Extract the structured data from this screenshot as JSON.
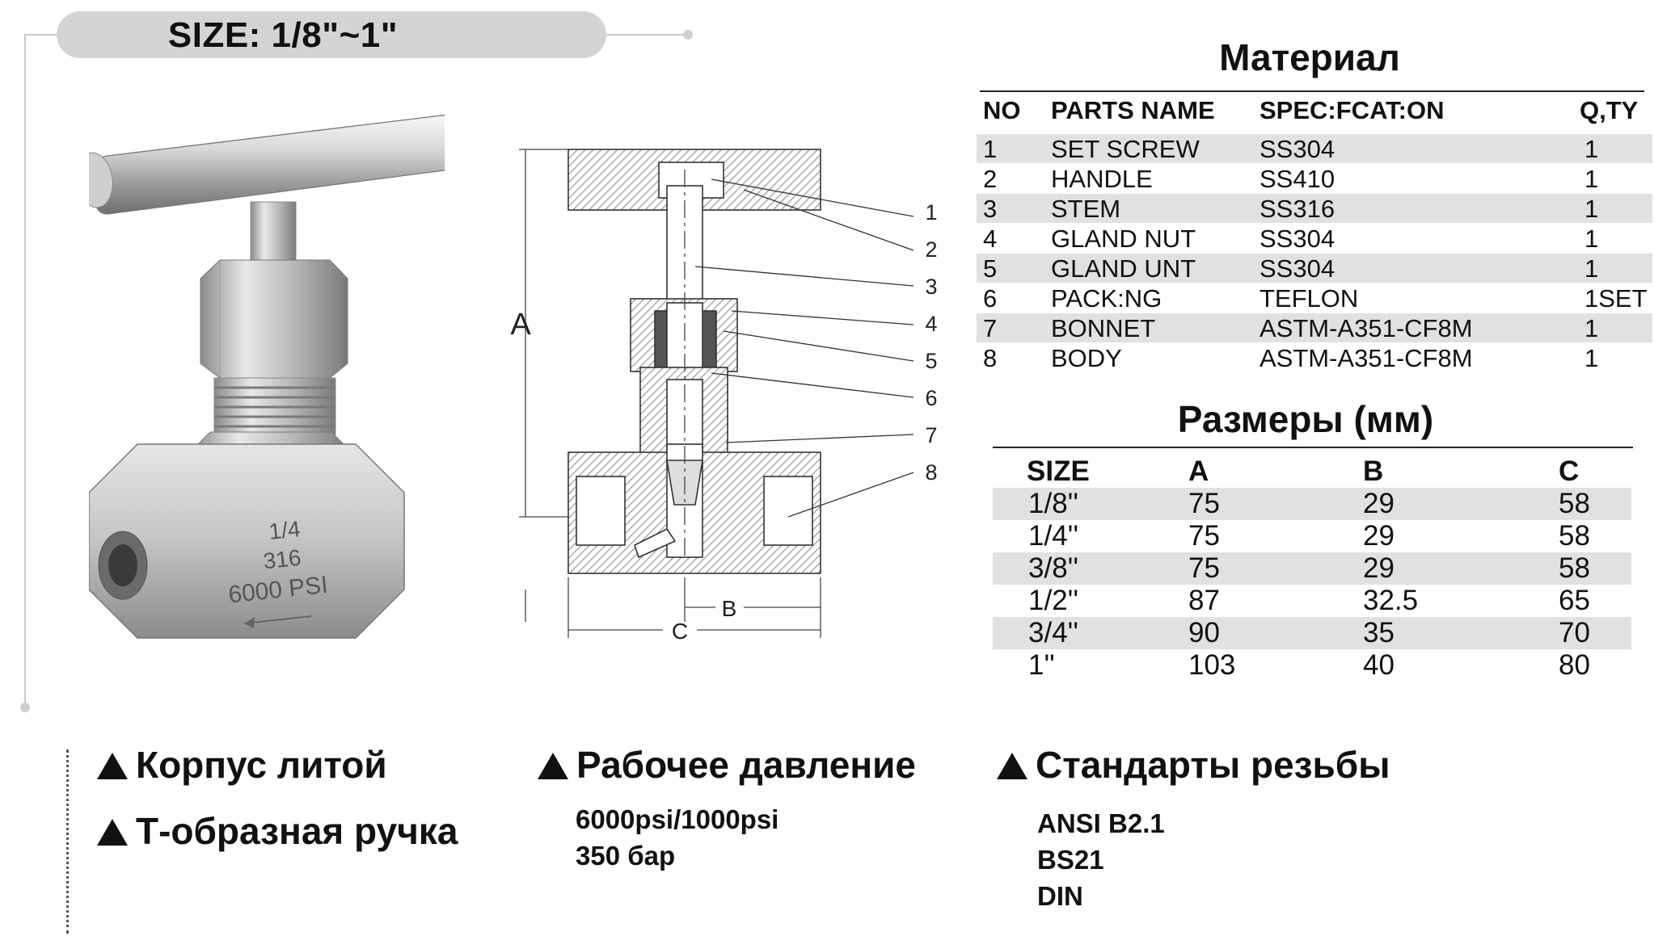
{
  "size_label": "SIZE: 1/8\"~1\"",
  "product": {
    "body_markings": [
      "1/4",
      "316",
      "6000 PSI"
    ]
  },
  "diagram": {
    "dimension_labels": [
      "A",
      "B",
      "C"
    ],
    "callouts": [
      "1",
      "2",
      "3",
      "4",
      "5",
      "6",
      "7",
      "8"
    ]
  },
  "materials": {
    "title": "Материал",
    "headers": [
      "NO",
      "PARTS NAME",
      "SPEC:FCAT:ON",
      "Q,TY"
    ],
    "rows": [
      [
        "1",
        "SET SCREW",
        "SS304",
        "1"
      ],
      [
        "2",
        "HANDLE",
        "SS410",
        "1"
      ],
      [
        "3",
        "STEM",
        "SS316",
        "1"
      ],
      [
        "4",
        "GLAND NUT",
        "SS304",
        "1"
      ],
      [
        "5",
        "GLAND UNT",
        "SS304",
        "1"
      ],
      [
        "6",
        "PACK:NG",
        "TEFLON",
        "1SET"
      ],
      [
        "7",
        "BONNET",
        "ASTM-A351-CF8M",
        "1"
      ],
      [
        "8",
        "BODY",
        "ASTM-A351-CF8M",
        "1"
      ]
    ]
  },
  "dimensions": {
    "title": "Размеры (мм)",
    "headers": [
      "SIZE",
      "A",
      "B",
      "C"
    ],
    "rows": [
      [
        "1/8''",
        "75",
        "29",
        "58"
      ],
      [
        "1/4''",
        "75",
        "29",
        "58"
      ],
      [
        "3/8''",
        "75",
        "29",
        "58"
      ],
      [
        "1/2''",
        "87",
        "32.5",
        "65"
      ],
      [
        "3/4''",
        "90",
        "35",
        "70"
      ],
      [
        "1''",
        "103",
        "40",
        "80"
      ]
    ]
  },
  "features": {
    "body": "Корпус литой",
    "handle": "Т-образная ручка",
    "pressure": {
      "title": "Рабочее давление",
      "lines": [
        "6000psi/1000psi",
        "350 бар"
      ]
    },
    "thread": {
      "title": "Стандарты резьбы",
      "lines": [
        "ANSI B2.1",
        "BS21",
        "DIN"
      ]
    }
  }
}
